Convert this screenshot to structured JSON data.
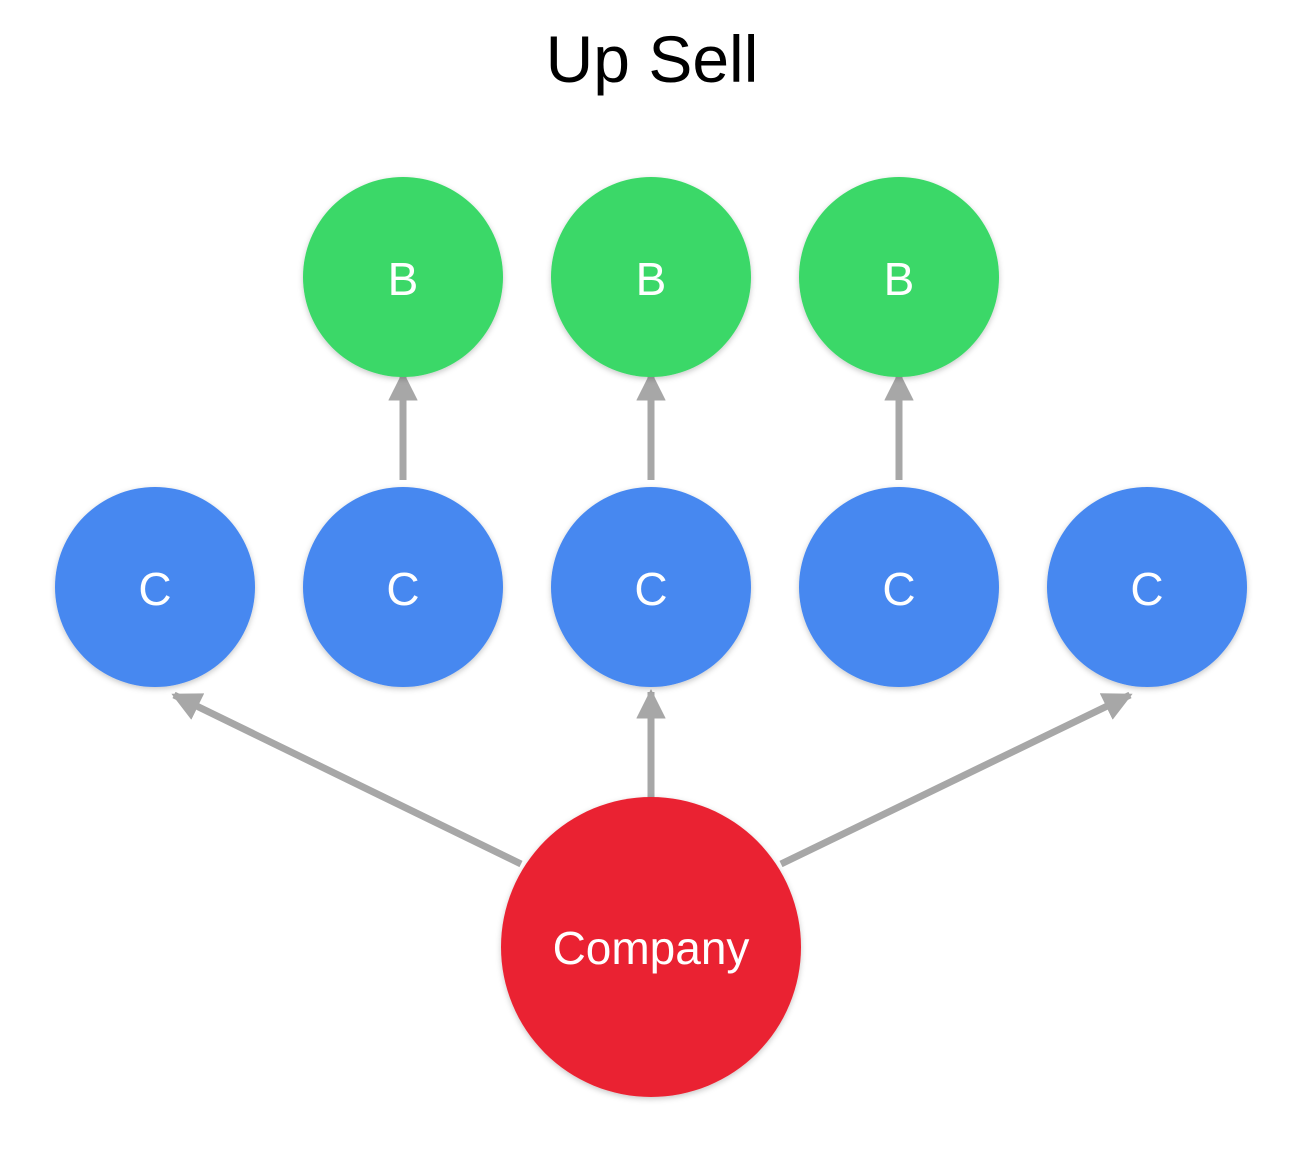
{
  "title": "Up Sell",
  "colors": {
    "tier_b": "#3bd867",
    "tier_c": "#4788f0",
    "company": "#ea2431",
    "arrow": "#a7a7a7",
    "title_text": "#000000",
    "node_text": "#ffffff"
  },
  "nodes": {
    "b1": {
      "label": "B"
    },
    "b2": {
      "label": "B"
    },
    "b3": {
      "label": "B"
    },
    "c1": {
      "label": "C"
    },
    "c2": {
      "label": "C"
    },
    "c3": {
      "label": "C"
    },
    "c4": {
      "label": "C"
    },
    "c5": {
      "label": "C"
    },
    "company": {
      "label": "Company"
    }
  },
  "edges": [
    {
      "from": "company",
      "to": "c1"
    },
    {
      "from": "company",
      "to": "c3"
    },
    {
      "from": "company",
      "to": "c5"
    },
    {
      "from": "c2",
      "to": "b1"
    },
    {
      "from": "c3",
      "to": "b2"
    },
    {
      "from": "c4",
      "to": "b3"
    }
  ]
}
